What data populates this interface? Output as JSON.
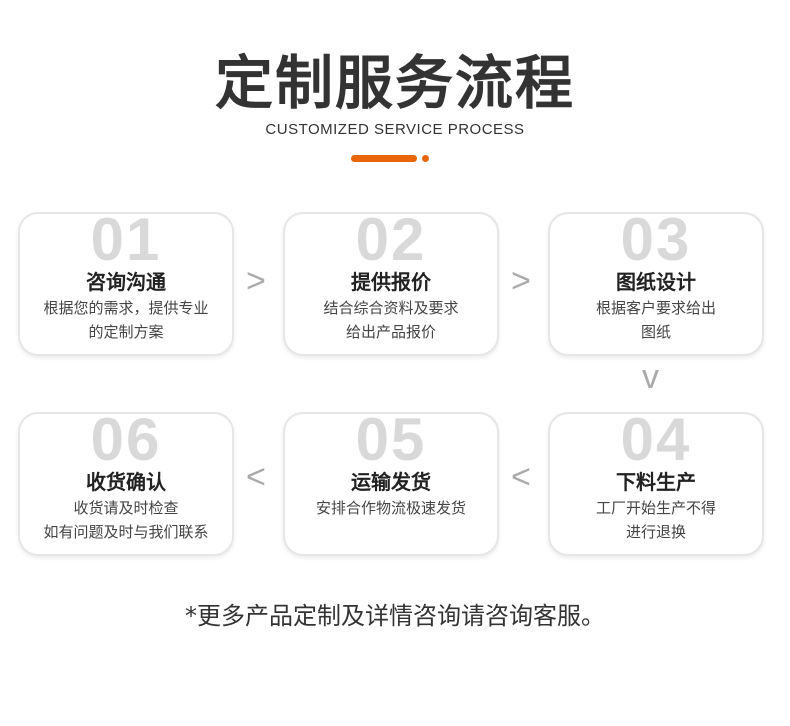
{
  "header": {
    "title": "定制服务流程",
    "subtitle": "CUSTOMIZED SERVICE PROCESS",
    "accent": "#e8650a"
  },
  "steps": [
    {
      "num": "01",
      "title": "咨询沟通",
      "desc": [
        "根据您的需求，提供专业",
        "的定制方案"
      ]
    },
    {
      "num": "02",
      "title": "提供报价",
      "desc": [
        "结合综合资料及要求",
        "给出产品报价"
      ]
    },
    {
      "num": "03",
      "title": "图纸设计",
      "desc": [
        "根据客户要求给出",
        "图纸"
      ]
    },
    {
      "num": "04",
      "title": "下料生产",
      "desc": [
        "工厂开始生产不得",
        "进行退换"
      ]
    },
    {
      "num": "05",
      "title": "运输发货",
      "desc": [
        "安排合作物流极速发货",
        ""
      ]
    },
    {
      "num": "06",
      "title": "收货确认",
      "desc": [
        "收货请及时检查",
        "如有问题及时与我们联系"
      ]
    }
  ],
  "arrows": {
    "right": ">",
    "down": "v",
    "left": "<"
  },
  "footer": "*更多产品定制及详情咨询请咨询客服。"
}
